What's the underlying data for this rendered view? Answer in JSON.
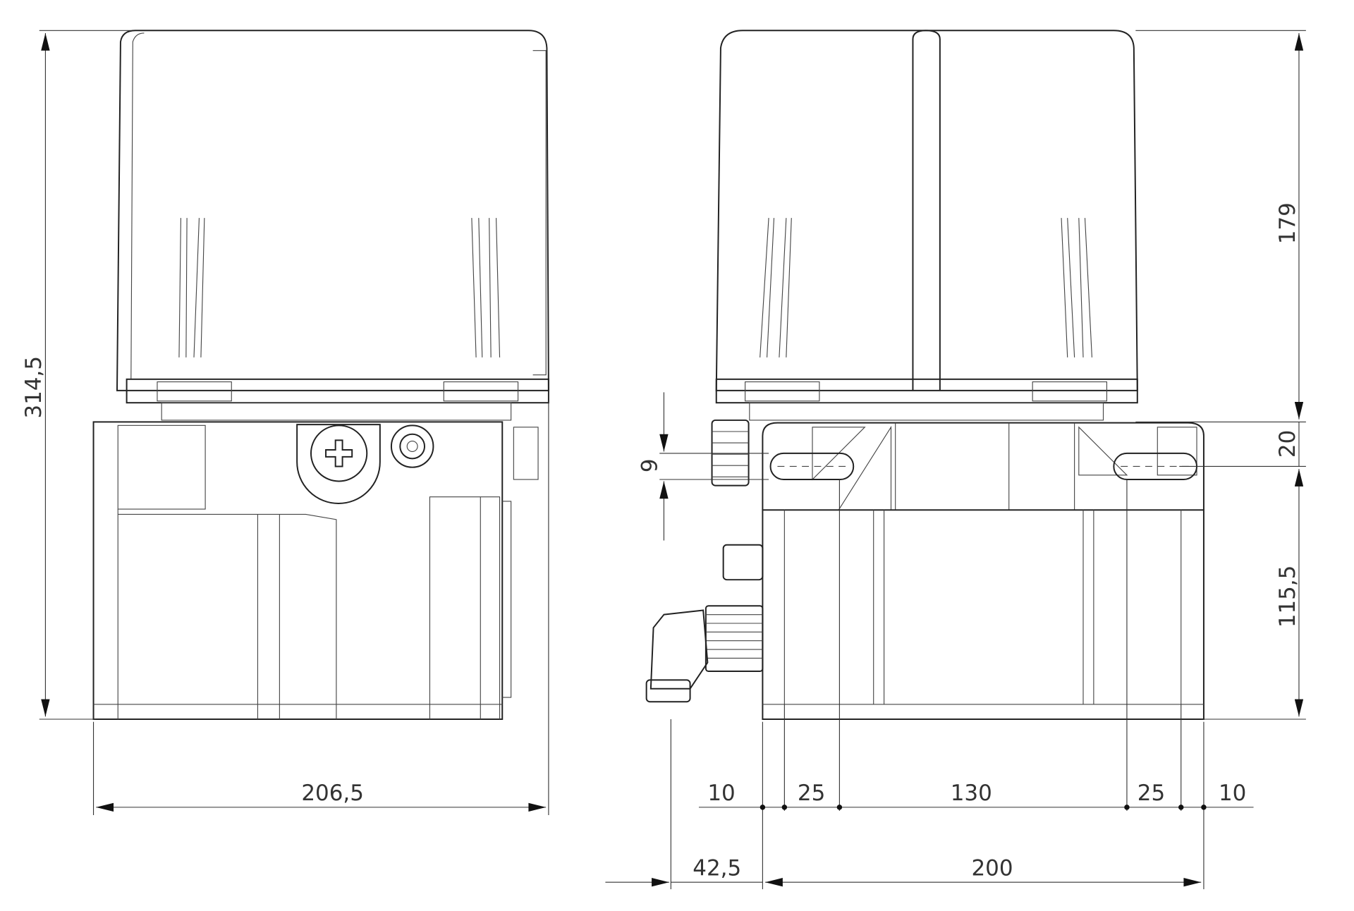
{
  "drawing": {
    "side_view": {
      "height_total": "314,5",
      "width": "206,5"
    },
    "front_view": {
      "height_reservoir": "179",
      "height_flange": "20",
      "height_base": "115,5",
      "slot_width": "9",
      "bottom_dims": [
        "10",
        "25",
        "130",
        "25",
        "10"
      ],
      "connector_offset": "42,5",
      "width": "200"
    },
    "line_color": "#222222",
    "background": "#ffffff"
  }
}
